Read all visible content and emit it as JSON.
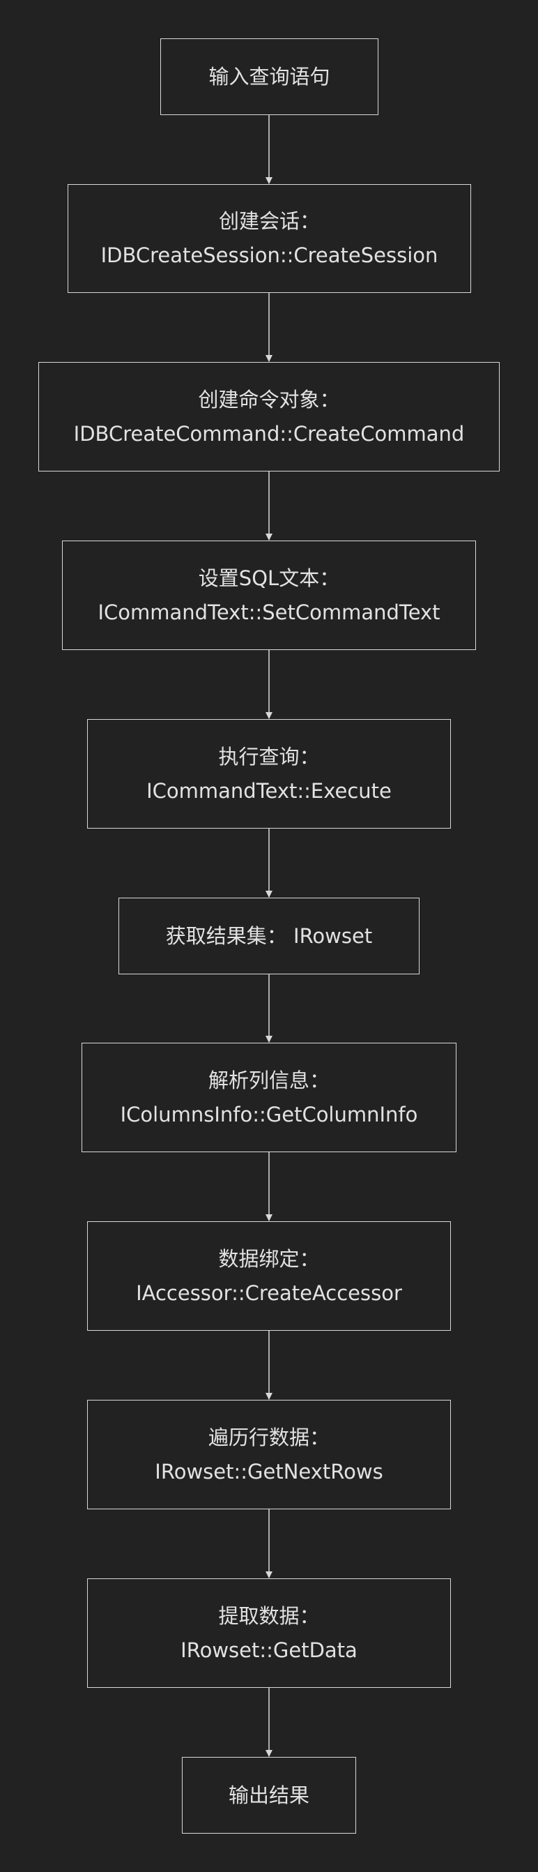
{
  "colors": {
    "background": "#222222",
    "node_border": "#d9d9d9",
    "text": "#e2e2e2",
    "arrow": "#d9d9d9"
  },
  "nodes": [
    {
      "id": "input-query",
      "lines": [
        "输入查询语句"
      ]
    },
    {
      "id": "create-session",
      "lines": [
        "创建会话：",
        "IDBCreateSession::CreateSession"
      ]
    },
    {
      "id": "create-command",
      "lines": [
        "创建命令对象：",
        "IDBCreateCommand::CreateCommand"
      ]
    },
    {
      "id": "set-sql-text",
      "lines": [
        "设置SQL文本：",
        "ICommandText::SetCommandText"
      ]
    },
    {
      "id": "execute-query",
      "lines": [
        "执行查询：",
        "ICommandText::Execute"
      ]
    },
    {
      "id": "get-rowset",
      "lines": [
        "获取结果集： IRowset"
      ]
    },
    {
      "id": "parse-column-info",
      "lines": [
        "解析列信息：",
        "IColumnsInfo::GetColumnInfo"
      ]
    },
    {
      "id": "data-binding",
      "lines": [
        "数据绑定：",
        "IAccessor::CreateAccessor"
      ]
    },
    {
      "id": "iterate-rows",
      "lines": [
        "遍历行数据：",
        "IRowset::GetNextRows"
      ]
    },
    {
      "id": "fetch-data",
      "lines": [
        "提取数据：",
        "IRowset::GetData"
      ]
    },
    {
      "id": "output-result",
      "lines": [
        "输出结果"
      ]
    }
  ]
}
